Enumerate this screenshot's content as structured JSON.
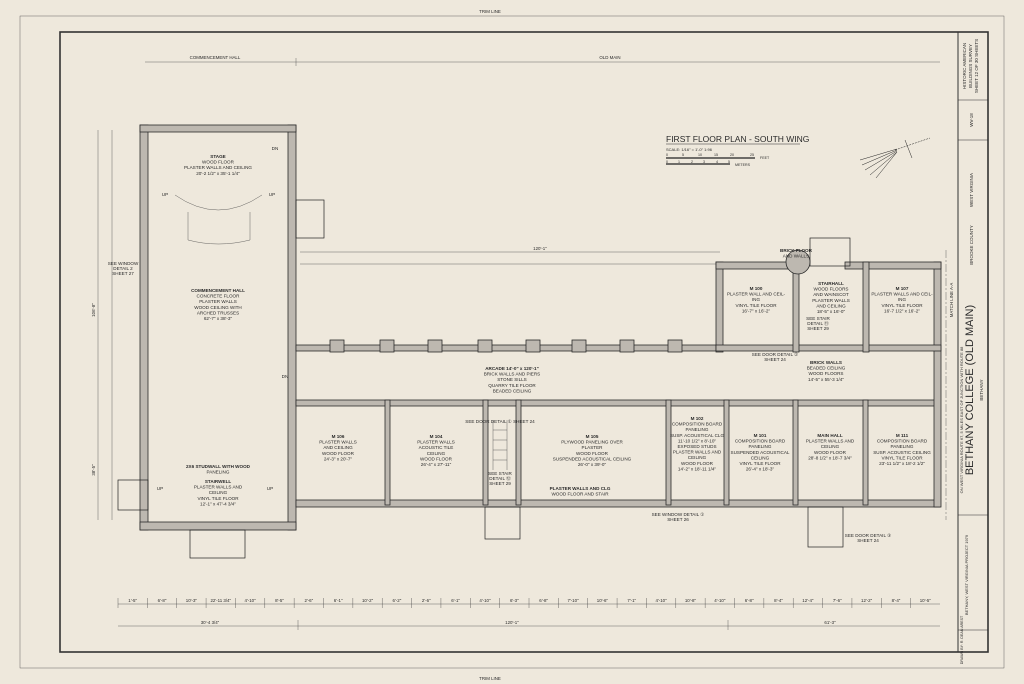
{
  "sheet": {
    "trim_top": "TRIM LINE",
    "trim_bottom": "TRIM LINE",
    "title": "FIRST FLOOR PLAN - SOUTH WING",
    "scale": "SCALE: 1/16\" = 1'-0\"   1:96",
    "scale_feet_label": "FEET",
    "scale_meters_label": "METERS",
    "scale_feet_ticks": [
      "0",
      "5",
      "10",
      "15",
      "20",
      "25"
    ],
    "scale_meters_ticks": [
      "0",
      "1",
      "2",
      "3",
      "4",
      "5"
    ],
    "match_line": "MATCH LINE A-A"
  },
  "dimensions": {
    "top_left": "COMMENCEMENT HALL",
    "top_right": "OLD MAIN",
    "arcade_total": "120'-1\"",
    "left_total": "106'-8\"",
    "left_lower": "38'-5\"",
    "bottom_totals": [
      "30'-4 3/4\"",
      "120'-1\"",
      "61'-3\""
    ],
    "bottom_string": [
      "1'-5\"",
      "6'-8\"",
      "10'-3\"",
      "22'-11 3/4\"",
      "4'-10\"",
      "8'-5\"",
      "2'-6\"",
      "6'-1\"",
      "10'-2\"",
      "6'-2\"",
      "2'-6\"",
      "6'-1\"",
      "4'-10\"",
      "6'-3\"",
      "6'-8\"",
      "7'-10\"",
      "10'-6\"",
      "7'-1\"",
      "4'-10\"",
      "10'-8\"",
      "4'-10\"",
      "6'-8\"",
      "8'-4\"",
      "12'-4\"",
      "7'-6\"",
      "12'-2\"",
      "8'-4\"",
      "10'-5\""
    ]
  },
  "rooms": {
    "stage": [
      "STAGE",
      "WOOD FLOOR",
      "PLASTER WALLS AND CEILING",
      "20'-2 1/2\" x 35'-1 1/4\""
    ],
    "commencement_hall": [
      "COMMENCEMENT HALL",
      "CONCRETE FLOOR",
      "PLASTER WALLS",
      "WOOD CEILING WITH",
      "ARCHED TRUSSES",
      "62'-7\" x 38'-3\""
    ],
    "stairwell_note": [
      "2X6 STUDWALL WITH WOOD",
      "PANELING"
    ],
    "stairwell": [
      "STAIRWELL",
      "PLASTER WALLS AND",
      "CEILING",
      "VINYL TILE FLOOR",
      "12'-1\" x 47'-4 3/4\""
    ],
    "arcade": [
      "ARCADE 14'-0\" x 120'-1\"",
      "BRICK WALLS AND PIERS",
      "STONE SILLS",
      "QUARRY TILE FLOOR",
      "BEADED CEILING"
    ],
    "m106": [
      "M 106",
      "PLASTER WALLS",
      "AND CEILING",
      "WOOD FLOOR",
      "24'-3\" x 20'-7\""
    ],
    "m104": [
      "M 104",
      "PLASTER WALLS",
      "ACOUSTIC TILE",
      "CEILING",
      "WOOD FLOOR",
      "26'-4\" x 27'-11\""
    ],
    "m105": [
      "M 105",
      "PLYWOOD PANELING OVER",
      "PLASTER",
      "WOOD FLOOR",
      "SUSPENDED ACOUSTICAL CEILING",
      "26'-0\" x 39'-0\""
    ],
    "stair_note": [
      "PLASTER WALLS AND CLG",
      "WOOD FLOOR AND STAIR"
    ],
    "m102": [
      "M 102",
      "COMPOSITION BOARD",
      "PANELING",
      "SUSP. ACOUSTICAL CLG",
      "11'-10 1/2\" x 8'-10\"",
      "EXPOSED STUDS",
      "PLASTER WALLS AND",
      "CEILING",
      "WOOD FLOOR",
      "14'-2\" x 18'-11 1/4\""
    ],
    "m101": [
      "M 101",
      "COMPOSITION BOARD",
      "PANELING",
      "SUSPENDED ACOUSTICAL",
      "CEILING",
      "VINYL TILE FLOOR",
      "26'-4\" x 18'-3\""
    ],
    "main_hall": [
      "MAIN HALL",
      "PLASTER WALLS AND",
      "CEILING",
      "WOOD FLOOR",
      "28'-8 1/2\" x 18'-7 3/4\""
    ],
    "m111": [
      "M 111",
      "COMPOSITION BOARD",
      "PANELING",
      "SUSP. ACOUSTIC CEILING",
      "VINYL TILE FLOOR",
      "23'-11 1/2\" x 18'-2 1/2\""
    ],
    "m100": [
      "M 100",
      "PLASTER WALL AND CEIL-",
      "ING",
      "VINYL TILE FLOOR",
      "16'-7\" x 16'-2\""
    ],
    "stairhall": [
      "STAIRHALL",
      "WOOD FLOORS",
      "AND WAINSCOT",
      "PLASTER WALLS",
      "AND CEILING",
      "18'-5\" x 16'-0\""
    ],
    "m107": [
      "M 107",
      "PLASTER WALLS AND CEIL-",
      "ING",
      "VINYL TILE FLOOR",
      "16'-7 1/2\" x 16'-2\""
    ],
    "corridor": [
      "BRICK WALLS",
      "BEADED CEILING",
      "WOOD FLOORS",
      "14'-5\" x 55'-3 1/4\""
    ],
    "brick_floor": [
      "BRICK FLOOR",
      "AND WALLS"
    ]
  },
  "notes": {
    "window_detail_left": [
      "SEE WINDOW",
      "DETAIL 2",
      "SHEET 27"
    ],
    "door_detail_mid": "SEE DOOR DETAIL ① SHEET 24",
    "stair_detail": [
      "SEE STAIR",
      "DETAIL ⑫",
      "SHEET 29"
    ],
    "window_detail_bottom": [
      "SEE WINDOW DETAIL ①",
      "SHEET 26"
    ],
    "door_detail_bottom": [
      "SEE DOOR DETAIL ③",
      "SHEET 24"
    ],
    "door_detail_right": [
      "SEE DOOR DETAIL ②",
      "SHEET 24"
    ],
    "stair_detail_right": [
      "SEE STAIR",
      "DETAIL ⑪",
      "SHEET 29"
    ],
    "up": "UP",
    "dn": "DN"
  },
  "title_block": {
    "survey": [
      "HISTORIC AMERICAN",
      "BUILDINGS SURVEY",
      "SHEET 12 OF 30 SHEETS"
    ],
    "index": "WV-18",
    "state": "WEST VIRGINIA",
    "county": "BROOKE COUNTY",
    "building": "BETHANY COLLEGE (OLD MAIN)",
    "address": "ON WEST VIRGINIA ROUTE 67, 5 MILES EAST OF JUNCTION WITH ROUTE 88",
    "town": "BETHANY",
    "project": "BETHANY, WEST VIRGINIA PROJECT 1979",
    "delineator": "DRAWN BY: R. DEAN AREST"
  }
}
